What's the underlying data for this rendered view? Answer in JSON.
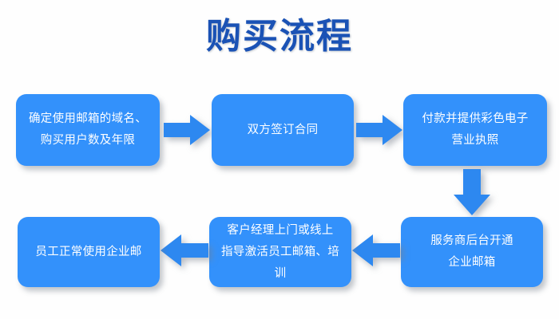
{
  "page": {
    "title": "购买流程",
    "background_color": "#fefefe",
    "title_color": "#1a52b5",
    "node_color": "#3391fb",
    "arrow_color": "#2d88f0",
    "node_text_color": "#ffffff"
  },
  "flow": {
    "nodes": [
      {
        "id": "node-1",
        "label": "确定使用邮箱的域名、\n购买用户数及年限"
      },
      {
        "id": "node-2",
        "label": "双方签订合同"
      },
      {
        "id": "node-3",
        "label": "付款并提供彩色电子\n营业执照"
      },
      {
        "id": "node-4",
        "label": "服务商后台开通\n企业邮箱"
      },
      {
        "id": "node-5",
        "label": "客户经理上门或线上\n指导激活员工邮箱、培训"
      },
      {
        "id": "node-6",
        "label": "员工正常使用企业邮"
      }
    ],
    "arrows": [
      {
        "id": "arrow-1",
        "direction": "right",
        "from": "node-1",
        "to": "node-2"
      },
      {
        "id": "arrow-2",
        "direction": "right",
        "from": "node-2",
        "to": "node-3"
      },
      {
        "id": "arrow-3",
        "direction": "down",
        "from": "node-3",
        "to": "node-4"
      },
      {
        "id": "arrow-4",
        "direction": "left",
        "from": "node-4",
        "to": "node-5"
      },
      {
        "id": "arrow-5",
        "direction": "left",
        "from": "node-5",
        "to": "node-6"
      }
    ]
  }
}
